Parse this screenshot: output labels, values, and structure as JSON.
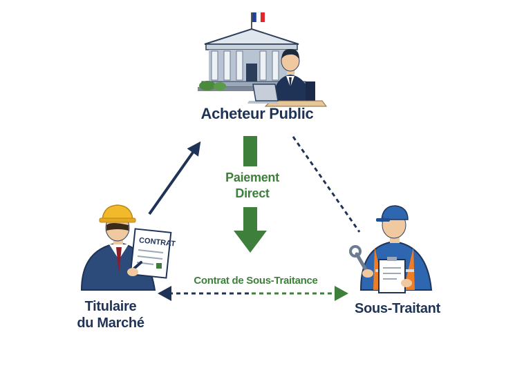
{
  "nodes": {
    "acheteur": {
      "label": "Acheteur Public"
    },
    "titulaire": {
      "line1": "Titulaire",
      "line2": "du Marché"
    },
    "sous_traitant": {
      "label": "Sous-Traitant"
    }
  },
  "edges": {
    "paiement_direct": {
      "line1": "Paiement",
      "line2": "Direct"
    },
    "contrat_sous_traitance": {
      "label": "Contrat de Sous-Traitance"
    }
  },
  "document": {
    "label": "CONTRAT"
  },
  "colors": {
    "navy": "#1f3357",
    "green": "#3d7f3b",
    "orange": "#ee7d23",
    "helmet_yellow": "#f2b92a",
    "worker_blue": "#2f66b0"
  }
}
